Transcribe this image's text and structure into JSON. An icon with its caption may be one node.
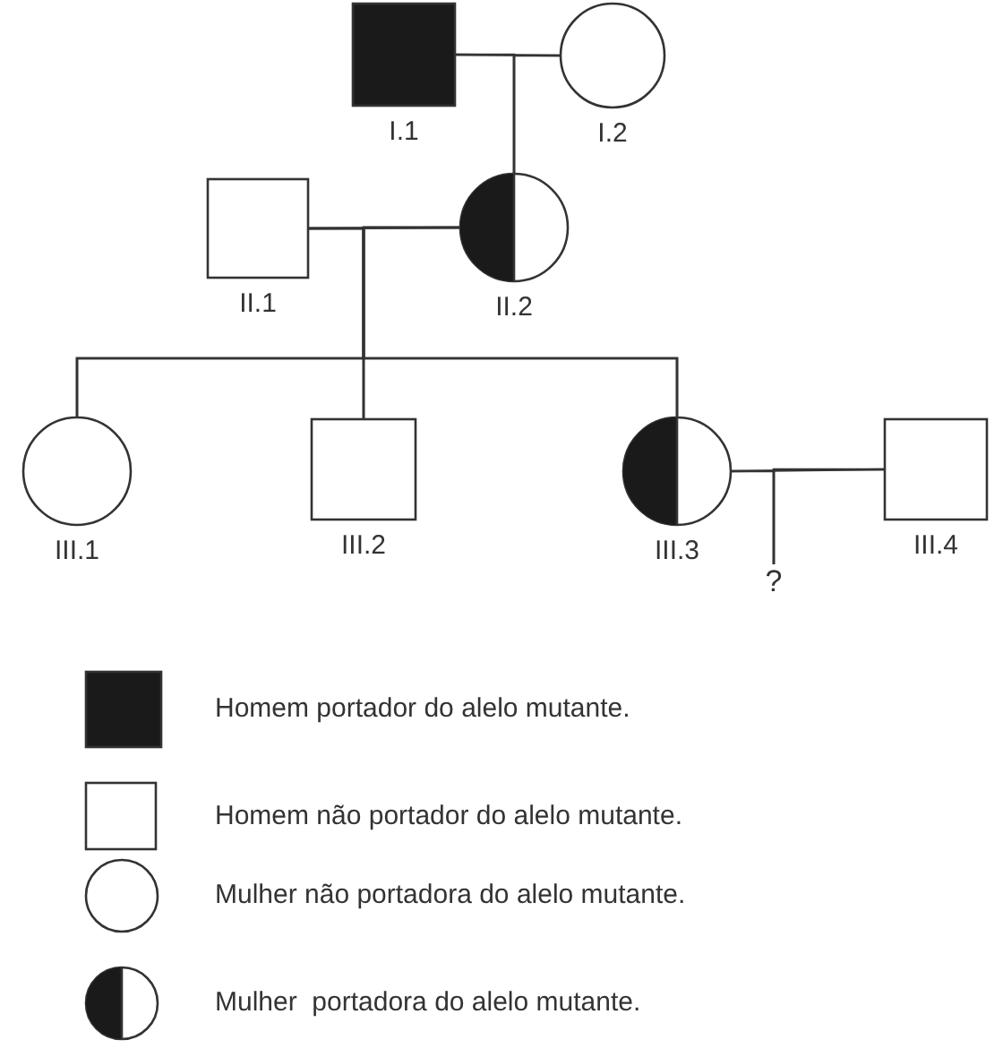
{
  "diagram": {
    "nodes": [
      {
        "text": [],
        "shape": "box",
        "beside": [
          "I.1"
        ]
      },
      {
        "text": [],
        "shape": "circle",
        "beside": [
          "I.2"
        ]
      },
      {
        "text": [],
        "shape": "box",
        "beside": [
          "II.1"
        ]
      },
      {
        "text": [],
        "shape": "circle",
        "beside": [
          "II.2"
        ]
      },
      {
        "text": [],
        "shape": "circle",
        "beside": [
          "III.1"
        ]
      },
      {
        "text": [],
        "shape": "box",
        "beside": [
          "III.2"
        ]
      },
      {
        "text": [],
        "shape": "circle",
        "beside": [
          "III.3"
        ]
      },
      {
        "text": [],
        "shape": "box",
        "beside": [
          "III.4"
        ]
      },
      {
        "text": [
          "?"
        ]
      }
    ],
    "edges": [
      {
        "from": 0,
        "to": 1,
        "arrow": "none"
      },
      {
        "from": 0,
        "to": 3,
        "arrow": "none"
      },
      {
        "from": 1,
        "to": 3,
        "arrow": "none"
      },
      {
        "from": 2,
        "to": 3,
        "arrow": "none"
      },
      {
        "from": 2,
        "to": 4,
        "arrow": "none"
      },
      {
        "from": 2,
        "to": 5,
        "arrow": "none"
      },
      {
        "from": 2,
        "to": 6,
        "arrow": "none"
      },
      {
        "from": 3,
        "to": 4,
        "arrow": "none"
      },
      {
        "from": 3,
        "to": 5,
        "arrow": "none"
      },
      {
        "from": 3,
        "to": 6,
        "arrow": "none"
      },
      {
        "from": 6,
        "to": 7,
        "arrow": "none"
      },
      {
        "from": 6,
        "to": 8,
        "arrow": "none"
      },
      {
        "from": 7,
        "to": 8,
        "arrow": "none"
      }
    ],
    "legend": [
      {
        "text": "Homem portador do alelo mutante."
      },
      {
        "text": "Homem não portador do alelo mutante."
      },
      {
        "text": "Mulher não portadora do alelo mutante."
      },
      {
        "text": "Mulher  portadora do alelo mutante."
      }
    ]
  }
}
